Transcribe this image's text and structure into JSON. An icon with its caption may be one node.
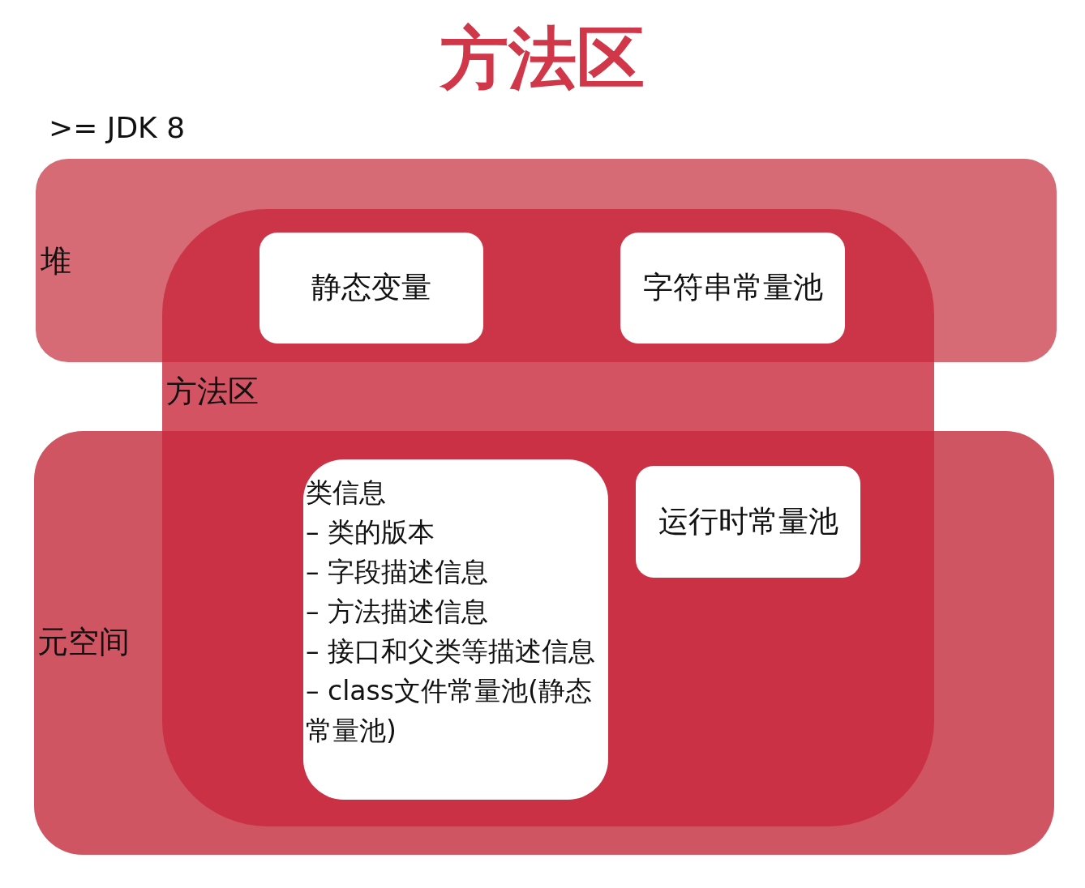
{
  "diagram": {
    "title": "方法区",
    "nodes": [
      {
        "text": [
          "堆"
        ]
      },
      {
        "text": [
          "元空间"
        ]
      },
      {
        "text": [
          "方法区"
        ]
      },
      {
        "text": [
          "静态变量"
        ]
      },
      {
        "text": [
          "字符串常量池"
        ]
      },
      {
        "text": [
          "类信息",
          "– 类的版本",
          "– 字段描述信息",
          "– 方法描述信息",
          "– 接口和父类等描述信息",
          "– class文件常量池(静态常量池)"
        ]
      },
      {
        "text": [
          "运行时常量池"
        ]
      }
    ],
    "labels": [
      ">= JDK 8"
    ]
  }
}
